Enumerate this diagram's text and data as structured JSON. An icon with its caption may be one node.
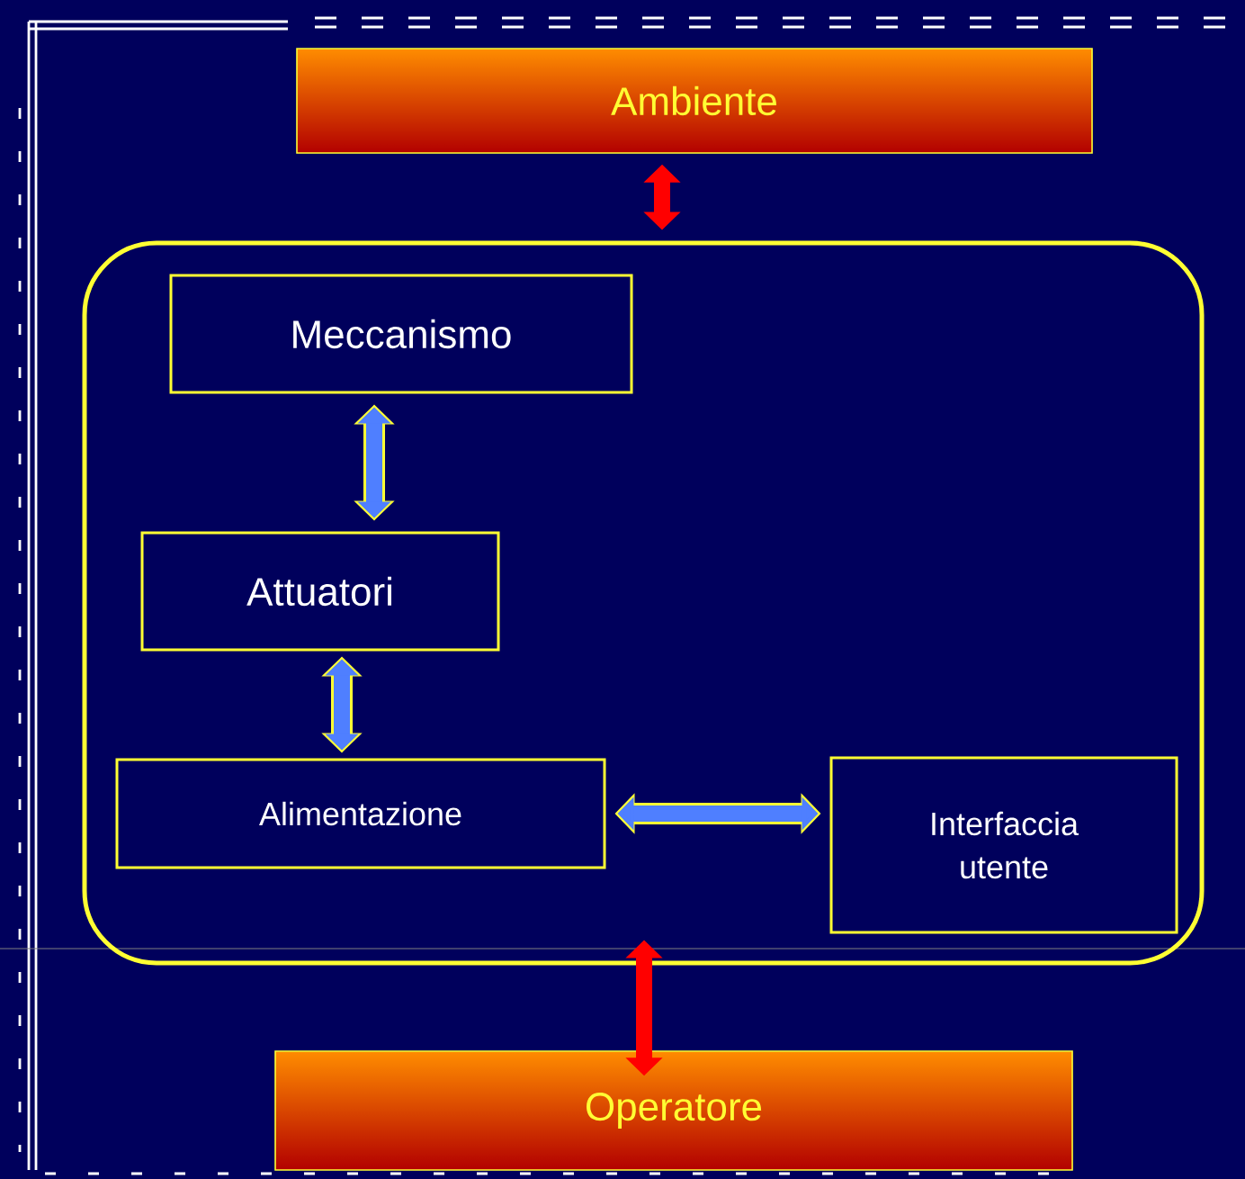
{
  "diagram": {
    "nodes": [
      {
        "text": [
          "Ambiente"
        ]
      },
      {
        "text": [],
        "shape": "box"
      },
      {
        "text": [
          "Meccanismo"
        ],
        "in": 1
      },
      {
        "text": [
          "Attuatori"
        ],
        "in": 1
      },
      {
        "text": [
          "Alimentazione"
        ],
        "in": 1
      },
      {
        "text": [
          "Interfaccia utente"
        ],
        "in": 1
      },
      {
        "text": [
          "Operatore"
        ]
      }
    ],
    "edges": [
      {
        "from": 0,
        "to": 1,
        "arrow": "both",
        "color": "#ff0000"
      },
      {
        "from": 2,
        "to": 3,
        "arrow": "both"
      },
      {
        "from": 3,
        "to": 4,
        "arrow": "both"
      },
      {
        "from": 4,
        "to": 5,
        "arrow": "both"
      },
      {
        "from": 1,
        "to": 6,
        "arrow": "both",
        "color": "#ff0000"
      }
    ]
  }
}
